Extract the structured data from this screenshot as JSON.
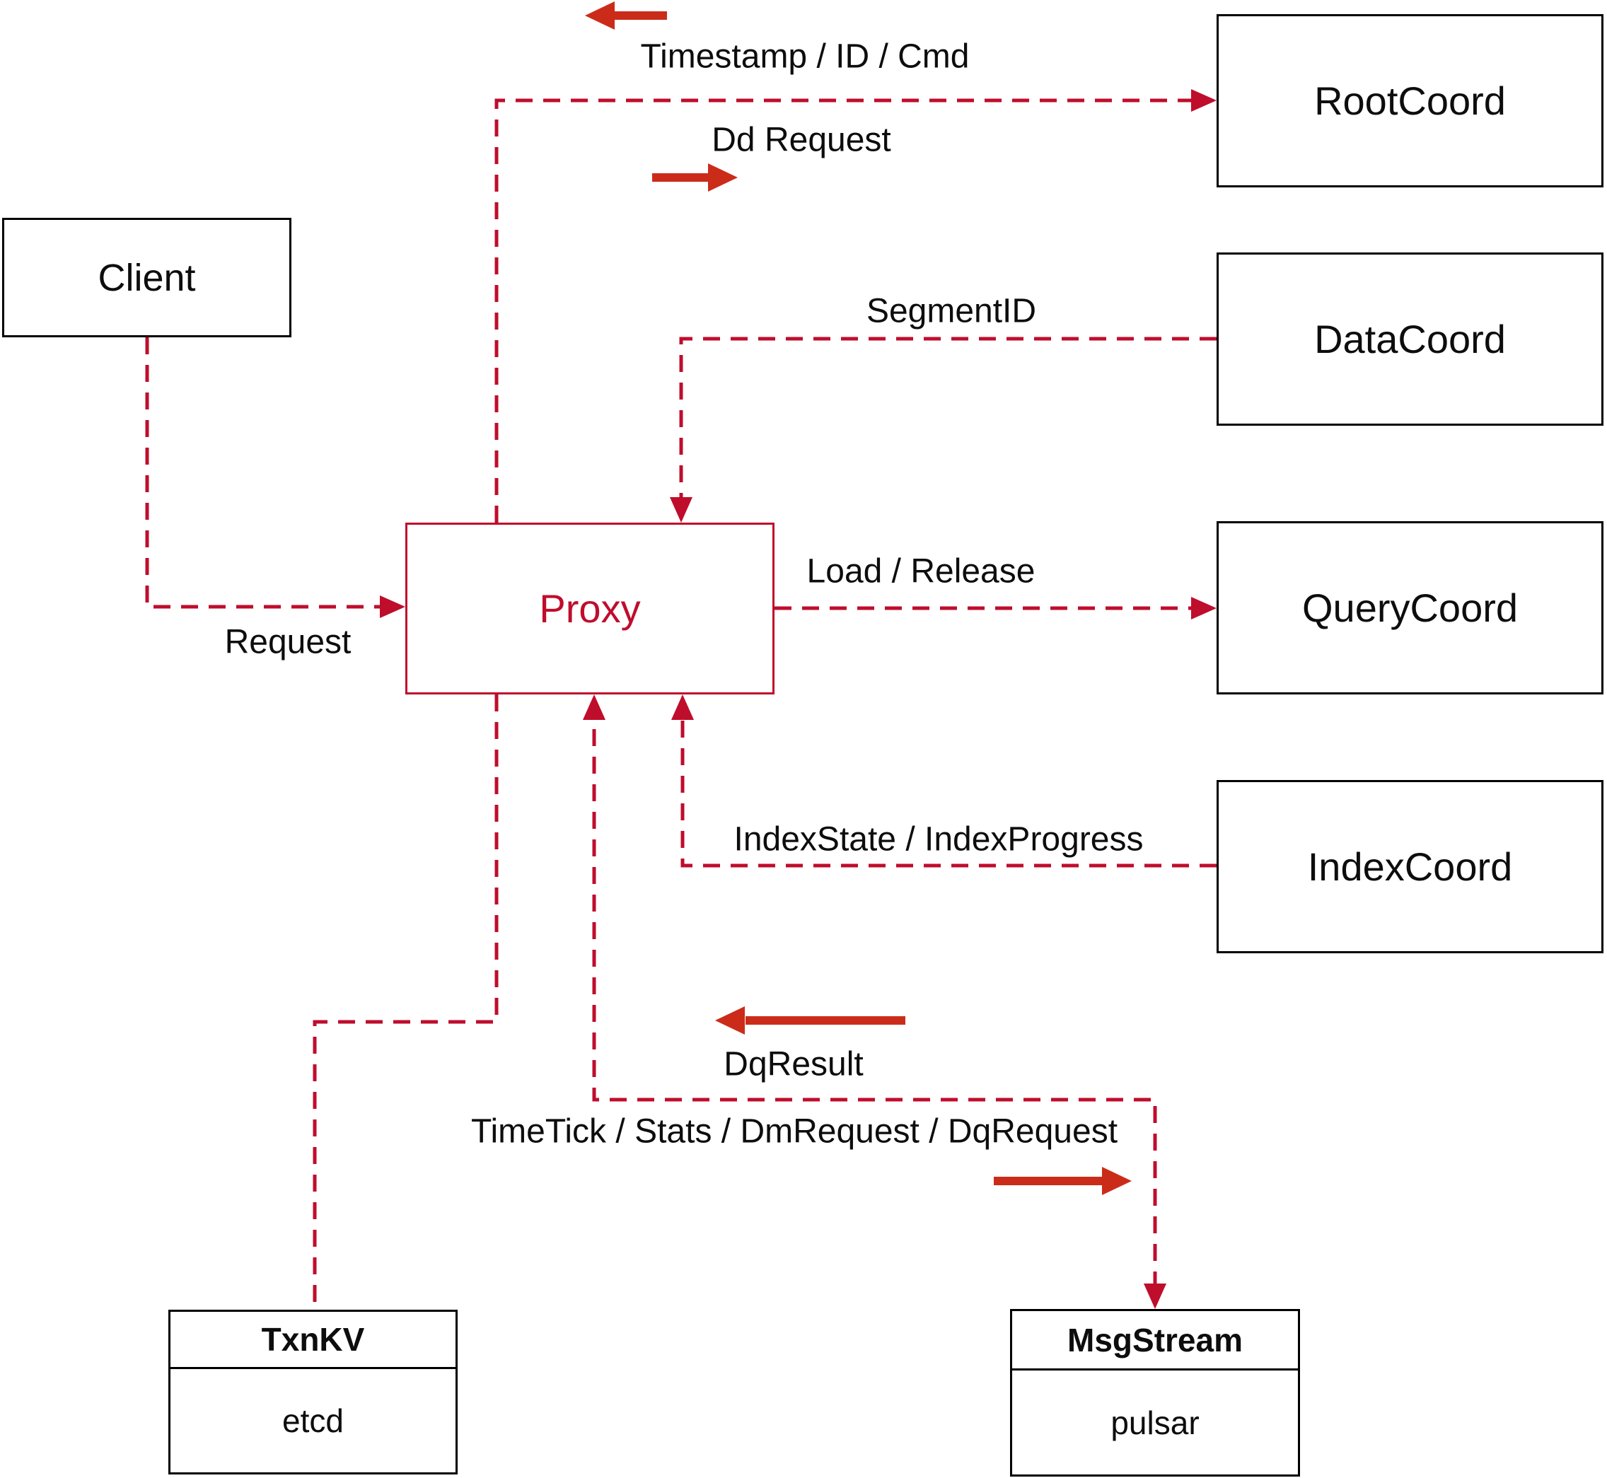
{
  "colors": {
    "line_red": "#bf0d2c",
    "arrow_red": "#cb2c1a",
    "box_border": "#000000",
    "text": "#0d0d0d",
    "background": "#ffffff"
  },
  "nodes": {
    "client": {
      "label": "Client"
    },
    "rootcoord": {
      "label": "RootCoord"
    },
    "datacoord": {
      "label": "DataCoord"
    },
    "querycoord": {
      "label": "QueryCoord"
    },
    "indexcoord": {
      "label": "IndexCoord"
    },
    "proxy": {
      "label": "Proxy"
    },
    "txnkv": {
      "title": "TxnKV",
      "body": "etcd"
    },
    "msgstream": {
      "title": "MsgStream",
      "body": "pulsar"
    }
  },
  "edge_labels": {
    "timestamp": "Timestamp / ID / Cmd",
    "dd_request": "Dd Request",
    "segment_id": "SegmentID",
    "request": "Request",
    "load_release": "Load / Release",
    "index_state": "IndexState / IndexProgress",
    "dq_result": "DqResult",
    "timetick": "TimeTick / Stats / DmRequest / DqRequest"
  }
}
